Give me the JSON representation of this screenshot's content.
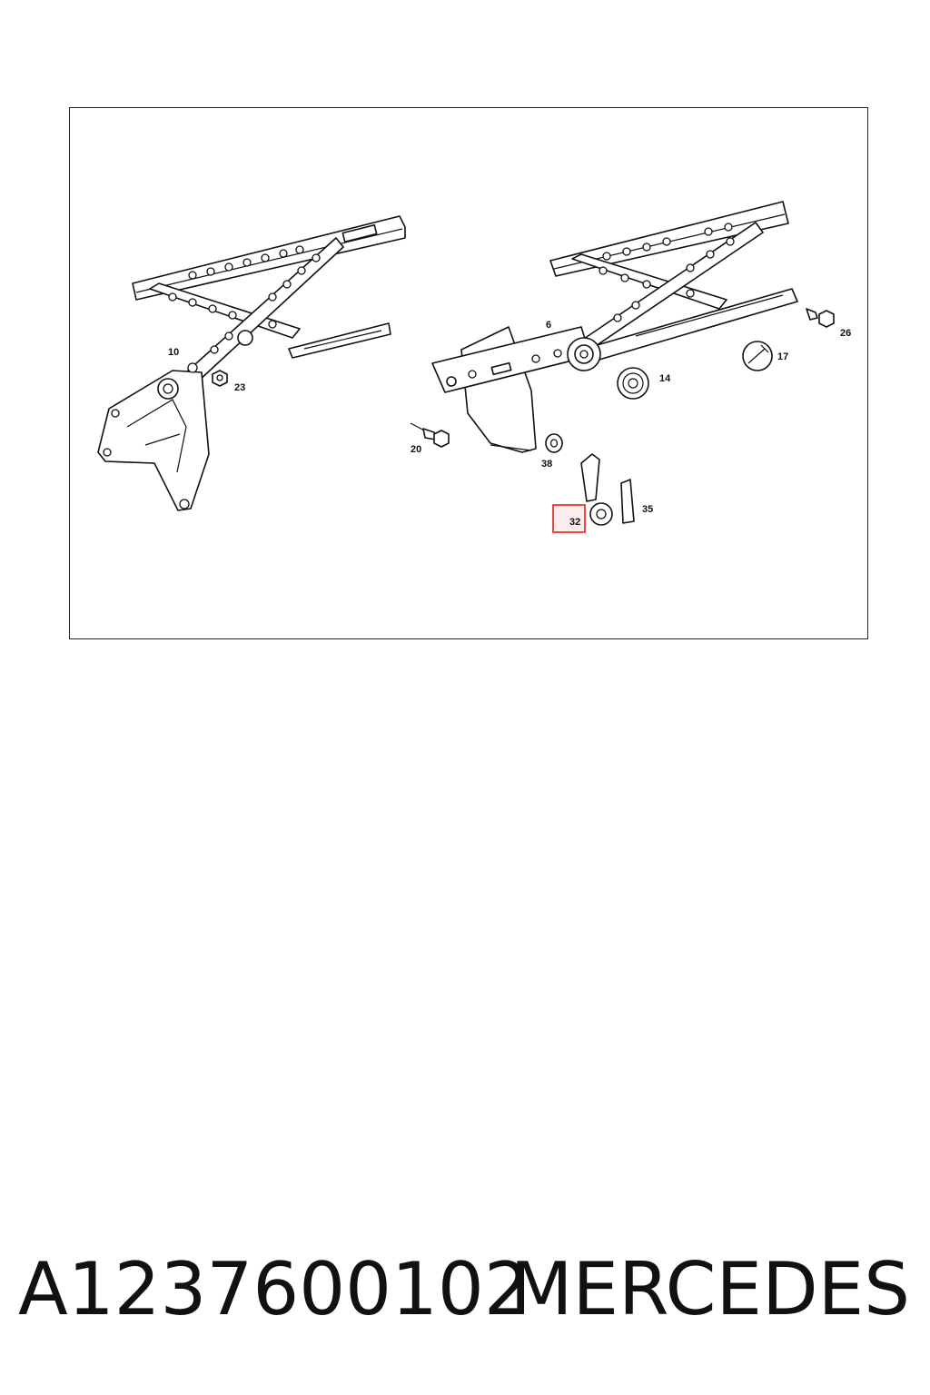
{
  "diagram": {
    "labels": {
      "l10": "10",
      "l23": "23",
      "l6": "6",
      "l26": "26",
      "l17": "17",
      "l14": "14",
      "l20": "20",
      "l38": "38",
      "l32": "32",
      "l35": "35"
    },
    "highlighted_part": "32",
    "highlight_color": "#e53935"
  },
  "footer": {
    "part_number": "A1237600102",
    "brand": "MERCEDES"
  }
}
